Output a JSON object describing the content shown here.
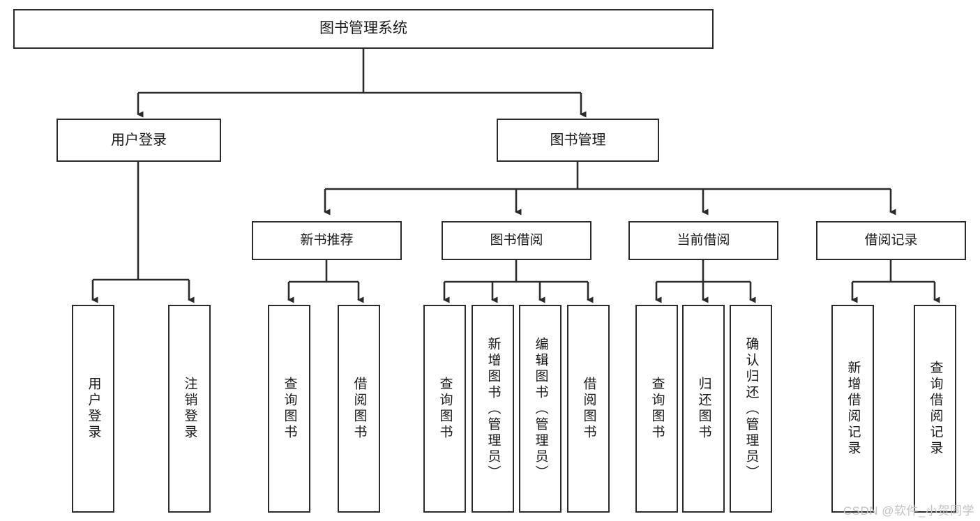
{
  "diagram": {
    "title": "图书管理系统",
    "watermark": "CSDN @软件_小贺同学",
    "line_color": "#2b2b2b",
    "box_border_color": "#2b2b2b",
    "background_color": "#ffffff",
    "root": {
      "label": "图书管理系统"
    },
    "level2": [
      {
        "id": "user-login",
        "label": "用户登录"
      },
      {
        "id": "book-management",
        "label": "图书管理"
      }
    ],
    "level3": [
      {
        "id": "new-book-recommend",
        "label": "新书推荐"
      },
      {
        "id": "book-borrow",
        "label": "图书借阅"
      },
      {
        "id": "current-borrow",
        "label": "当前借阅"
      },
      {
        "id": "borrow-record",
        "label": "借阅记录"
      }
    ],
    "leaves": {
      "user_login": [
        {
          "id": "leaf-user-login",
          "label": "用户登录"
        },
        {
          "id": "leaf-logout-login",
          "label": "注销登录"
        }
      ],
      "new_book_recommend": [
        {
          "id": "leaf-query-book-1",
          "label": "查询图书"
        },
        {
          "id": "leaf-borrow-book-1",
          "label": "借阅图书"
        }
      ],
      "book_borrow": [
        {
          "id": "leaf-query-book-2",
          "label": "查询图书"
        },
        {
          "id": "leaf-add-book",
          "label": "新增图书（管理员）"
        },
        {
          "id": "leaf-edit-book",
          "label": "编辑图书（管理员）"
        },
        {
          "id": "leaf-borrow-book-2",
          "label": "借阅图书"
        }
      ],
      "current_borrow": [
        {
          "id": "leaf-query-book-3",
          "label": "查询图书"
        },
        {
          "id": "leaf-return-book",
          "label": "归还图书"
        },
        {
          "id": "leaf-confirm-return",
          "label": "确认归还（管理员）"
        }
      ],
      "borrow_record": [
        {
          "id": "leaf-add-borrow-record",
          "label": "新增借阅记录"
        },
        {
          "id": "leaf-query-borrow-record",
          "label": "查询借阅记录"
        }
      ]
    }
  }
}
